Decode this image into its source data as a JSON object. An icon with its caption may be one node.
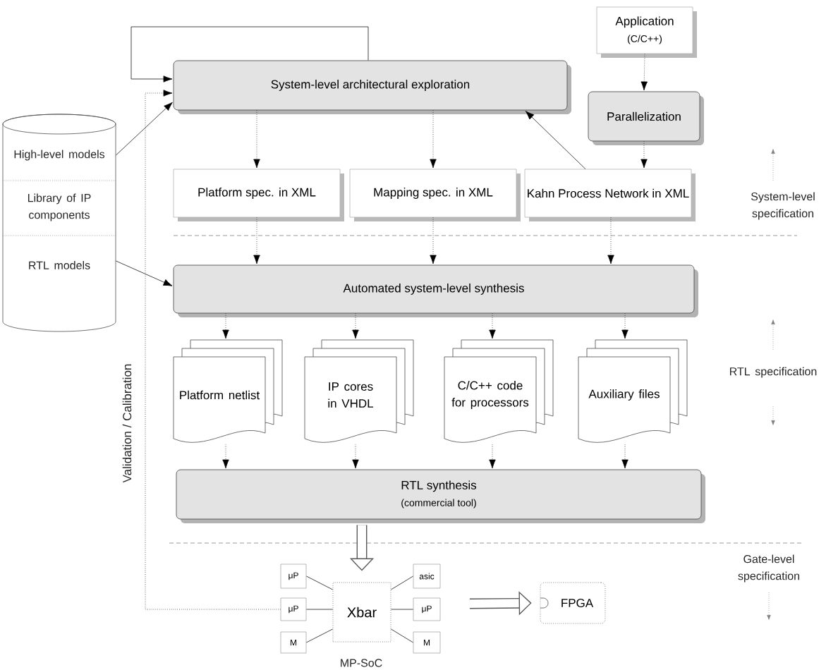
{
  "diagram": {
    "nodes": [
      {
        "text": [
          "System-level architectural exploration"
        ]
      },
      {
        "text": [
          "Application",
          "(C/C++)"
        ]
      },
      {
        "text": [
          "Parallelization"
        ]
      },
      {
        "text": [
          "Platform spec. in XML"
        ]
      },
      {
        "text": [
          "Mapping spec. in XML"
        ]
      },
      {
        "text": [
          "Kahn Process Network in XML"
        ]
      },
      {
        "text": [
          "Automated system-level synthesis"
        ]
      },
      {
        "text": [
          "High-level models",
          "Library of IP components",
          "RTL models"
        ]
      },
      {
        "text": [
          "Platform netlist"
        ]
      },
      {
        "text": [
          "IP cores in VHDL"
        ]
      },
      {
        "text": [
          "C/C++ code for processors"
        ]
      },
      {
        "text": [
          "Auxiliary files"
        ]
      },
      {
        "text": [
          "RTL synthesis",
          "(commercial tool)"
        ]
      },
      {
        "text": [
          "Xbar"
        ]
      },
      {
        "text": [
          "μP"
        ]
      },
      {
        "text": [
          "μP"
        ]
      },
      {
        "text": [
          "M"
        ]
      },
      {
        "text": [
          "asic"
        ]
      },
      {
        "text": [
          "μP"
        ]
      },
      {
        "text": [
          "M"
        ]
      },
      {
        "text": [
          "FPGA"
        ]
      }
    ],
    "edges": [
      {
        "from": 0,
        "to": 0,
        "arrow": "to"
      },
      {
        "from": 7,
        "to": 0,
        "arrow": "to"
      },
      {
        "from": 7,
        "to": 6,
        "arrow": "to"
      },
      {
        "from": 1,
        "to": 2,
        "arrow": "to",
        "style": "dashed"
      },
      {
        "from": 0,
        "to": 3,
        "arrow": "to",
        "style": "dashed"
      },
      {
        "from": 0,
        "to": 4,
        "arrow": "to",
        "style": "dashed"
      },
      {
        "from": 2,
        "to": 5,
        "arrow": "to",
        "style": "dashed"
      },
      {
        "from": 5,
        "to": 0,
        "arrow": "to"
      },
      {
        "from": 3,
        "to": 6,
        "arrow": "to",
        "style": "dashed"
      },
      {
        "from": 4,
        "to": 6,
        "arrow": "to",
        "style": "dashed"
      },
      {
        "from": 5,
        "to": 6,
        "arrow": "to",
        "style": "dashed"
      },
      {
        "from": 6,
        "to": 8,
        "arrow": "to",
        "style": "dashed"
      },
      {
        "from": 6,
        "to": 9,
        "arrow": "to",
        "style": "dashed"
      },
      {
        "from": 6,
        "to": 10,
        "arrow": "to",
        "style": "dashed"
      },
      {
        "from": 6,
        "to": 11,
        "arrow": "to",
        "style": "dashed"
      },
      {
        "from": 8,
        "to": 12,
        "arrow": "to",
        "style": "dashed"
      },
      {
        "from": 9,
        "to": 12,
        "arrow": "to",
        "style": "dashed"
      },
      {
        "from": 10,
        "to": 12,
        "arrow": "to",
        "style": "dashed"
      },
      {
        "from": 11,
        "to": 12,
        "arrow": "to",
        "style": "dashed"
      },
      {
        "from": 12,
        "to": 13,
        "arrow": "to",
        "style": "thick"
      },
      {
        "from": 14,
        "to": 13,
        "arrow": "none"
      },
      {
        "from": 15,
        "to": 13,
        "arrow": "none"
      },
      {
        "from": 16,
        "to": 13,
        "arrow": "none"
      },
      {
        "from": 17,
        "to": 13,
        "arrow": "none"
      },
      {
        "from": 18,
        "to": 13,
        "arrow": "none"
      },
      {
        "from": 19,
        "to": 13,
        "arrow": "none"
      },
      {
        "from": null,
        "to": 20,
        "arrow": "to",
        "style": "thick"
      },
      {
        "from": 15,
        "to": 0,
        "arrow": "to",
        "style": "dashed",
        "label": "Validation / Calibration"
      }
    ],
    "labels": [
      "System-level specification",
      "RTL specification",
      "Gate-level specification",
      "MP-SoC"
    ]
  }
}
